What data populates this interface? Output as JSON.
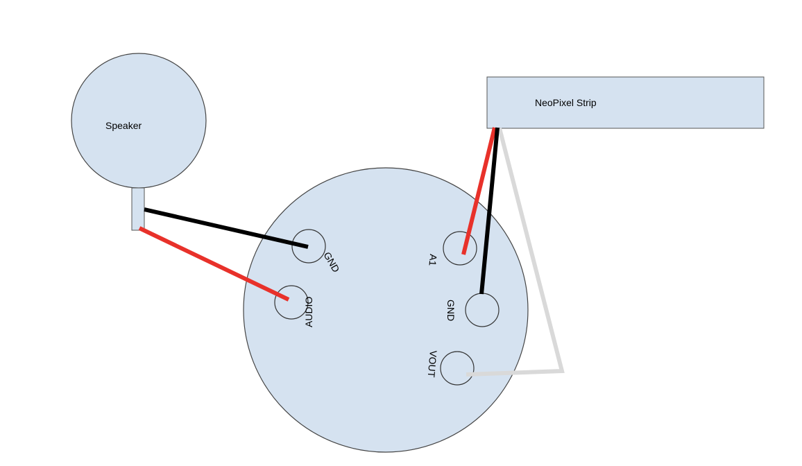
{
  "components": {
    "speaker": {
      "label": "Speaker"
    },
    "neopixel_strip": {
      "label": "NeoPixel Strip"
    },
    "board": {
      "pins": {
        "gnd_left": "GND",
        "audio": "AUDIO",
        "a1": "A1",
        "gnd_right": "GND",
        "vout": "VOUT"
      }
    }
  },
  "colors": {
    "component_fill": "#d5e2f0",
    "outline": "#444444",
    "wire_black": "#000000",
    "wire_red": "#e8312a",
    "wire_white": "#d9d9d9"
  }
}
